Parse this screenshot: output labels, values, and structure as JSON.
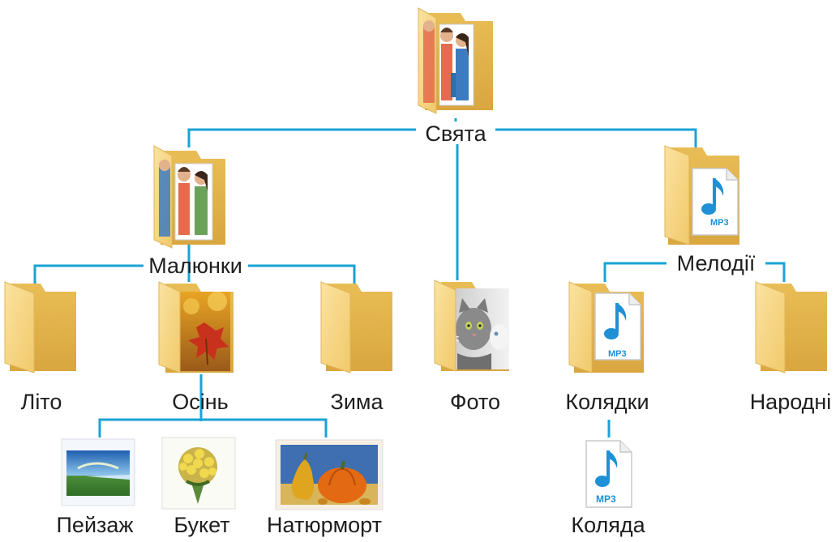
{
  "nodes": {
    "root": {
      "label": "Свята",
      "kind": "folder-photos"
    },
    "pics": {
      "label": "Малюнки",
      "kind": "folder-photos"
    },
    "music": {
      "label": "Мелодії",
      "kind": "folder-music"
    },
    "photo": {
      "label": "Фото",
      "kind": "folder-cat"
    },
    "summer": {
      "label": "Літо",
      "kind": "folder-empty"
    },
    "autumn": {
      "label": "Осінь",
      "kind": "folder-leaf"
    },
    "winter": {
      "label": "Зима",
      "kind": "folder-empty"
    },
    "carols": {
      "label": "Колядки",
      "kind": "folder-music"
    },
    "folk": {
      "label": "Народні",
      "kind": "folder-empty"
    },
    "land": {
      "label": "Пейзаж",
      "kind": "image-landscape"
    },
    "bouq": {
      "label": "Букет",
      "kind": "image-bouquet"
    },
    "still": {
      "label": "Натюрморт",
      "kind": "image-still-life"
    },
    "carol": {
      "label": "Коляда",
      "kind": "file-mp3"
    }
  },
  "mp3_badge": "MP3",
  "colors": {
    "connector": "#1aa3d6",
    "folder": "#f5d27a",
    "note": "#1e90d6"
  }
}
